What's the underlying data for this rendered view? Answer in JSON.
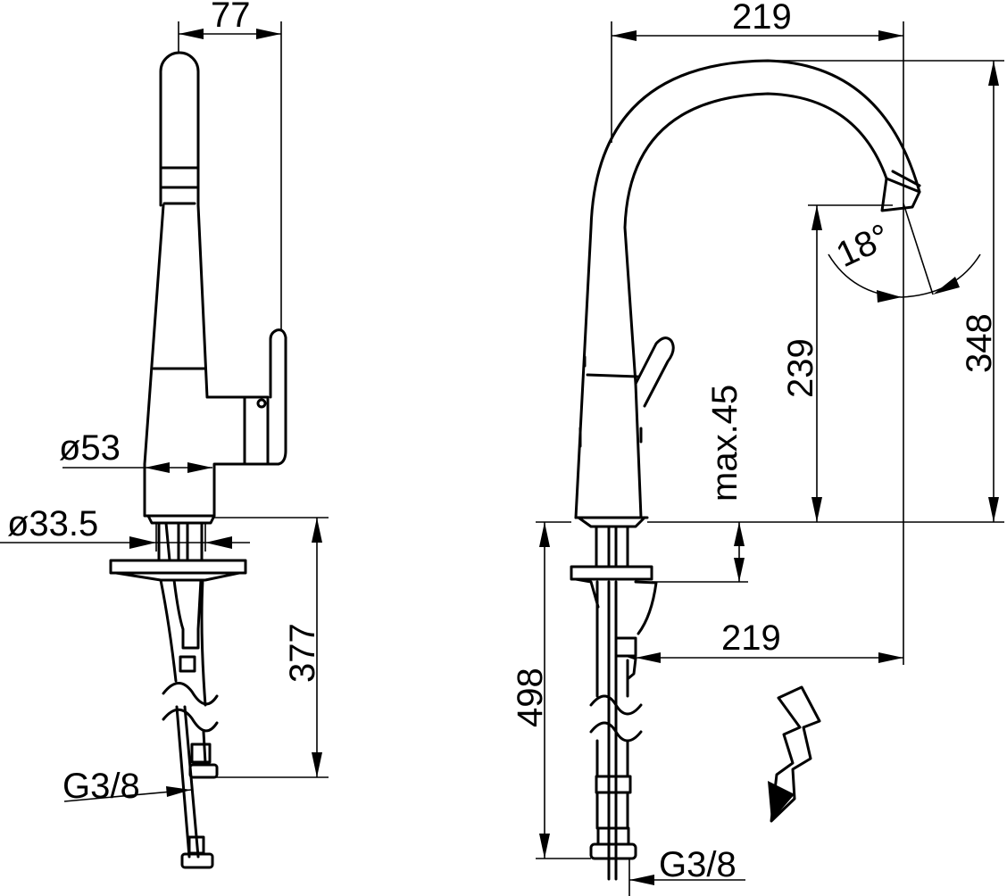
{
  "title": "Kitchen mixer dimension drawing",
  "colors": {
    "line": "#000000",
    "background": "#ffffff"
  },
  "side_view": {
    "width_top": "77",
    "body_diameter": "ø53",
    "shank_diameter": "ø33.5",
    "hose_length": "377",
    "connection_thread": "G3/8"
  },
  "front_view": {
    "spout_reach": "219",
    "swivel_angle": "18°",
    "outlet_height": "239",
    "total_height": "348",
    "max_counter_thickness": "max.45",
    "reach_from_hole": "219",
    "total_hose_length": "498",
    "connection_thread": "G3/8",
    "warning_symbol": "lightning-bolt-icon"
  }
}
